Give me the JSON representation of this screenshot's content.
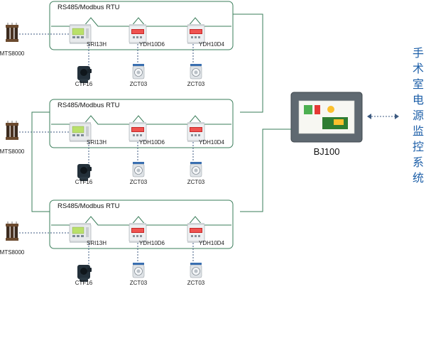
{
  "bus_label": "RS485/Modbus RTU",
  "transformer_label": "MTS8000",
  "devices": {
    "sri": "SRI13H",
    "ydh6": "YDH10D6",
    "ydh4": "YDH10D4",
    "ctf": "CTF16",
    "zct": "ZCT03"
  },
  "panel_label": "BJ100",
  "system_title_chars": [
    "手",
    "术",
    "室",
    "电",
    "源",
    "监",
    "控",
    "系",
    "统"
  ],
  "colors": {
    "frame": "#3a7d5a",
    "title": "#1d5fa8",
    "dashed_link": "#3d5a80"
  }
}
